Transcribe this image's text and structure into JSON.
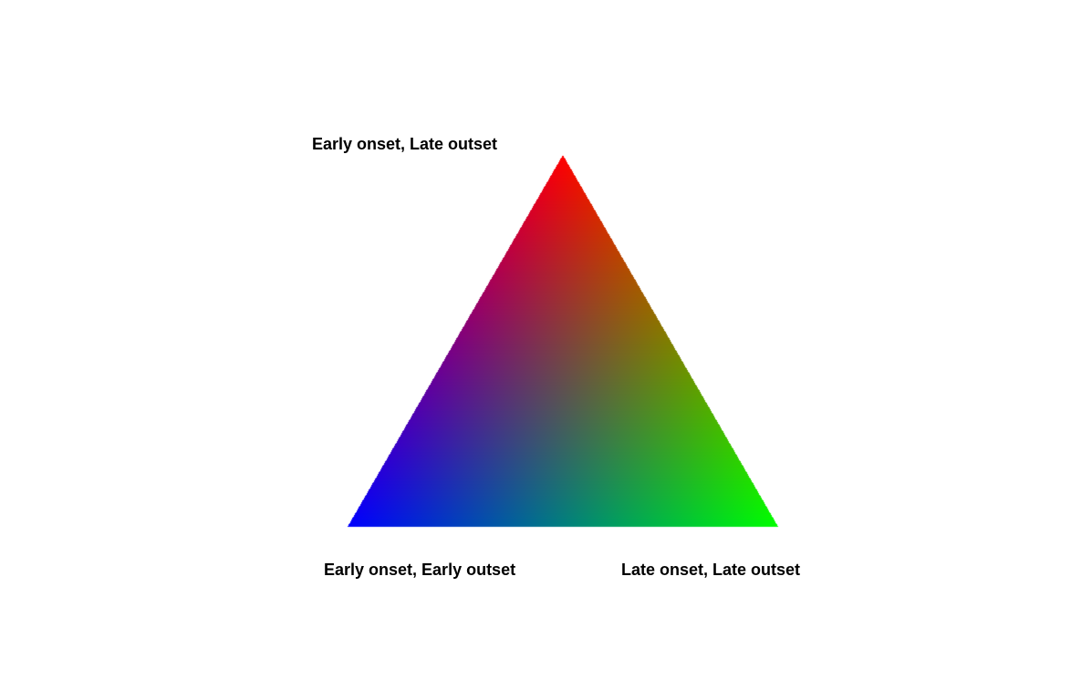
{
  "vertices": {
    "top": {
      "label": "Early onset, Late outset",
      "color": "#ff0000"
    },
    "bottom_left": {
      "label": "Early onset, Early outset",
      "color": "#0000ff"
    },
    "bottom_right": {
      "label": "Late onset, Late outset",
      "color": "#00ff00"
    }
  }
}
